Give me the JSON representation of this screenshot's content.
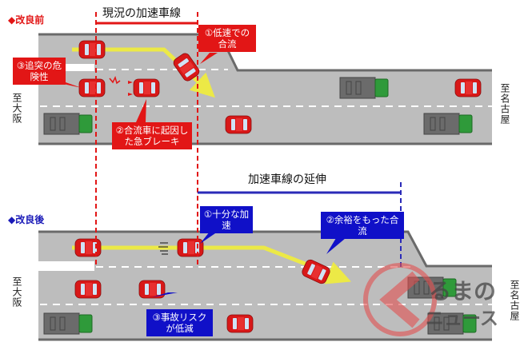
{
  "before": {
    "section_label": "◆改良前",
    "title": "現況の加速車線",
    "to_osaka": "至大阪",
    "to_nagoya": "至名古屋",
    "callouts": [
      {
        "text": "①低速での合流"
      },
      {
        "text": "②合流車に起因した急ブレーキ"
      },
      {
        "text": "③追突の危険性"
      }
    ]
  },
  "after": {
    "section_label": "◆改良後",
    "title": "加速車線の延伸",
    "to_osaka": "至大阪",
    "to_nagoya": "至名古屋",
    "callouts": [
      {
        "text": "①十分な加速"
      },
      {
        "text": "②余裕をもった合流"
      },
      {
        "text": "③事故リスクが低減"
      }
    ]
  },
  "watermark": {
    "line1": "るまの",
    "line2": "ニュース"
  },
  "colors": {
    "red": "#e21616",
    "blue": "#1010c8",
    "road": "#bdbdbd",
    "arrow": "#f2ee3a"
  }
}
